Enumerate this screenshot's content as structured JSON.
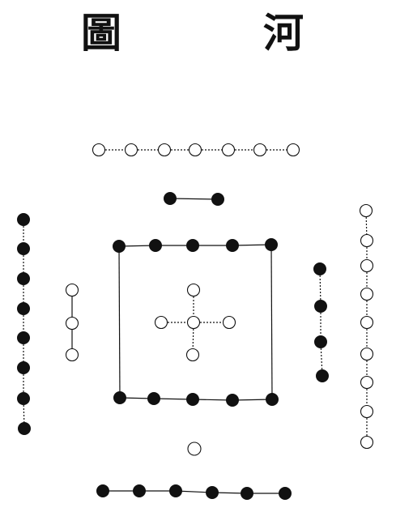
{
  "title": {
    "right_char": "河",
    "left_char": "圖"
  },
  "colors": {
    "ink": "#111111",
    "hollow_fill": "#ffffff",
    "background": "#ffffff"
  },
  "groups": [
    {
      "id": "top-outer",
      "count": 7,
      "kind": "hollow"
    },
    {
      "id": "top-inner",
      "count": 2,
      "kind": "solid"
    },
    {
      "id": "center-cross",
      "count": 5,
      "kind": "hollow"
    },
    {
      "id": "center-square",
      "count": 10,
      "kind": "solid"
    },
    {
      "id": "left-inner",
      "count": 3,
      "kind": "hollow"
    },
    {
      "id": "left-outer",
      "count": 8,
      "kind": "solid"
    },
    {
      "id": "right-inner",
      "count": 4,
      "kind": "solid"
    },
    {
      "id": "right-outer",
      "count": 9,
      "kind": "hollow"
    },
    {
      "id": "bottom-inner",
      "count": 1,
      "kind": "hollow"
    },
    {
      "id": "bottom-outer",
      "count": 6,
      "kind": "solid"
    }
  ]
}
